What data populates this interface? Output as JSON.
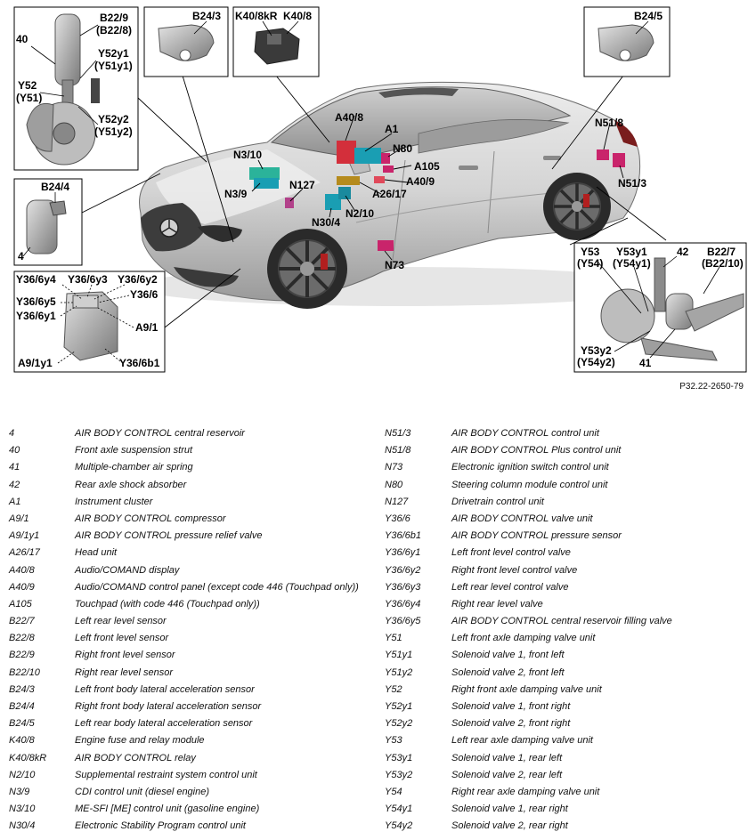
{
  "figure_ref": "P32.22-2650-79",
  "callouts": {
    "b22_9": "B22/9",
    "b22_8": "(B22/8)",
    "n40": "40",
    "y52y1": "Y52y1",
    "y51y1": "(Y51y1)",
    "y52": "Y52",
    "y51": "(Y51)",
    "y52y2": "Y52y2",
    "y51y2": "(Y51y2)",
    "b24_3": "B24/3",
    "k40_8kr": "K40/8kR",
    "k40_8": "K40/8",
    "b24_5": "B24/5",
    "a40_8": "A40/8",
    "a1": "A1",
    "n80": "N80",
    "a105": "A105",
    "a40_9": "A40/9",
    "a26_17": "A26/17",
    "n3_10": "N3/10",
    "n3_9": "N3/9",
    "n127": "N127",
    "n2_10": "N2/10",
    "n30_4": "N30/4",
    "n73": "N73",
    "n51_8": "N51/8",
    "n51_3": "N51/3",
    "b24_4": "B24/4",
    "n4": "4",
    "y36_6y4": "Y36/6y4",
    "y36_6y3": "Y36/6y3",
    "y36_6y2": "Y36/6y2",
    "y36_6": "Y36/6",
    "y36_6y5": "Y36/6y5",
    "y36_6y1": "Y36/6y1",
    "a9_1": "A9/1",
    "a9_1y1": "A9/1y1",
    "y36_6b1": "Y36/6b1",
    "y53": "Y53",
    "y54": "(Y54)",
    "y53y1": "Y53y1",
    "y54y1": "(Y54y1)",
    "n42": "42",
    "b22_7": "B22/7",
    "b22_10": "(B22/10)",
    "y53y2": "Y53y2",
    "y54y2": "(Y54y2)",
    "n41": "41"
  },
  "legend_left": [
    {
      "code": "4",
      "desc": "AIR BODY CONTROL central reservoir"
    },
    {
      "code": "40",
      "desc": "Front axle suspension strut"
    },
    {
      "code": "41",
      "desc": "Multiple-chamber air spring"
    },
    {
      "code": "42",
      "desc": "Rear axle shock absorber"
    },
    {
      "code": "A1",
      "desc": "Instrument cluster"
    },
    {
      "code": "A9/1",
      "desc": "AIR BODY CONTROL compressor"
    },
    {
      "code": "A9/1y1",
      "desc": "AIR BODY CONTROL pressure relief valve"
    },
    {
      "code": "A26/17",
      "desc": "Head unit"
    },
    {
      "code": "A40/8",
      "desc": "Audio/COMAND display"
    },
    {
      "code": "A40/9",
      "desc": "Audio/COMAND control panel (except code 446 (Touchpad only))"
    },
    {
      "code": "A105",
      "desc": "Touchpad (with code 446 (Touchpad only))"
    },
    {
      "code": "B22/7",
      "desc": "Left rear level sensor"
    },
    {
      "code": "B22/8",
      "desc": "Left front level sensor"
    },
    {
      "code": "B22/9",
      "desc": "Right front level sensor"
    },
    {
      "code": "B22/10",
      "desc": "Right rear level sensor"
    },
    {
      "code": "B24/3",
      "desc": "Left front body lateral acceleration sensor"
    },
    {
      "code": "B24/4",
      "desc": "Right front body lateral acceleration sensor"
    },
    {
      "code": "B24/5",
      "desc": "Left rear body lateral acceleration sensor"
    },
    {
      "code": "K40/8",
      "desc": "Engine fuse and relay module"
    },
    {
      "code": "K40/8kR",
      "desc": "AIR BODY CONTROL relay"
    },
    {
      "code": "N2/10",
      "desc": "Supplemental restraint system control unit"
    },
    {
      "code": "N3/9",
      "desc": "CDI control unit (diesel engine)"
    },
    {
      "code": "N3/10",
      "desc": "ME-SFI [ME] control unit (gasoline engine)"
    },
    {
      "code": "N30/4",
      "desc": "Electronic Stability Program control unit"
    }
  ],
  "legend_right": [
    {
      "code": "N51/3",
      "desc": "AIR BODY CONTROL control unit"
    },
    {
      "code": "N51/8",
      "desc": "AIR BODY CONTROL Plus control unit"
    },
    {
      "code": "N73",
      "desc": "Electronic ignition switch control unit"
    },
    {
      "code": "N80",
      "desc": "Steering column module control unit"
    },
    {
      "code": "N127",
      "desc": "Drivetrain control unit"
    },
    {
      "code": "Y36/6",
      "desc": "AIR BODY CONTROL valve unit"
    },
    {
      "code": "Y36/6b1",
      "desc": "AIR BODY CONTROL pressure sensor"
    },
    {
      "code": "Y36/6y1",
      "desc": "Left front level control valve"
    },
    {
      "code": "Y36/6y2",
      "desc": "Right front level control valve"
    },
    {
      "code": "Y36/6y3",
      "desc": "Left rear level control valve"
    },
    {
      "code": "Y36/6y4",
      "desc": "Right rear level valve"
    },
    {
      "code": "Y36/6y5",
      "desc": "AIR BODY CONTROL central reservoir filling valve"
    },
    {
      "code": "Y51",
      "desc": "Left front axle damping valve unit"
    },
    {
      "code": "Y51y1",
      "desc": "Solenoid valve 1, front left"
    },
    {
      "code": "Y51y2",
      "desc": "Solenoid valve 2, front left"
    },
    {
      "code": "Y52",
      "desc": "Right front axle damping valve unit"
    },
    {
      "code": "Y52y1",
      "desc": "Solenoid valve 1, front right"
    },
    {
      "code": "Y52y2",
      "desc": "Solenoid valve 2, front right"
    },
    {
      "code": "Y53",
      "desc": "Left rear axle damping valve unit"
    },
    {
      "code": "Y53y1",
      "desc": "Solenoid valve 1, rear left"
    },
    {
      "code": "Y53y2",
      "desc": "Solenoid valve 2, rear left"
    },
    {
      "code": "Y54",
      "desc": "Right rear axle damping valve unit"
    },
    {
      "code": "Y54y1",
      "desc": "Solenoid valve 1, rear right"
    },
    {
      "code": "Y54y2",
      "desc": "Solenoid valve 2, rear right"
    }
  ]
}
